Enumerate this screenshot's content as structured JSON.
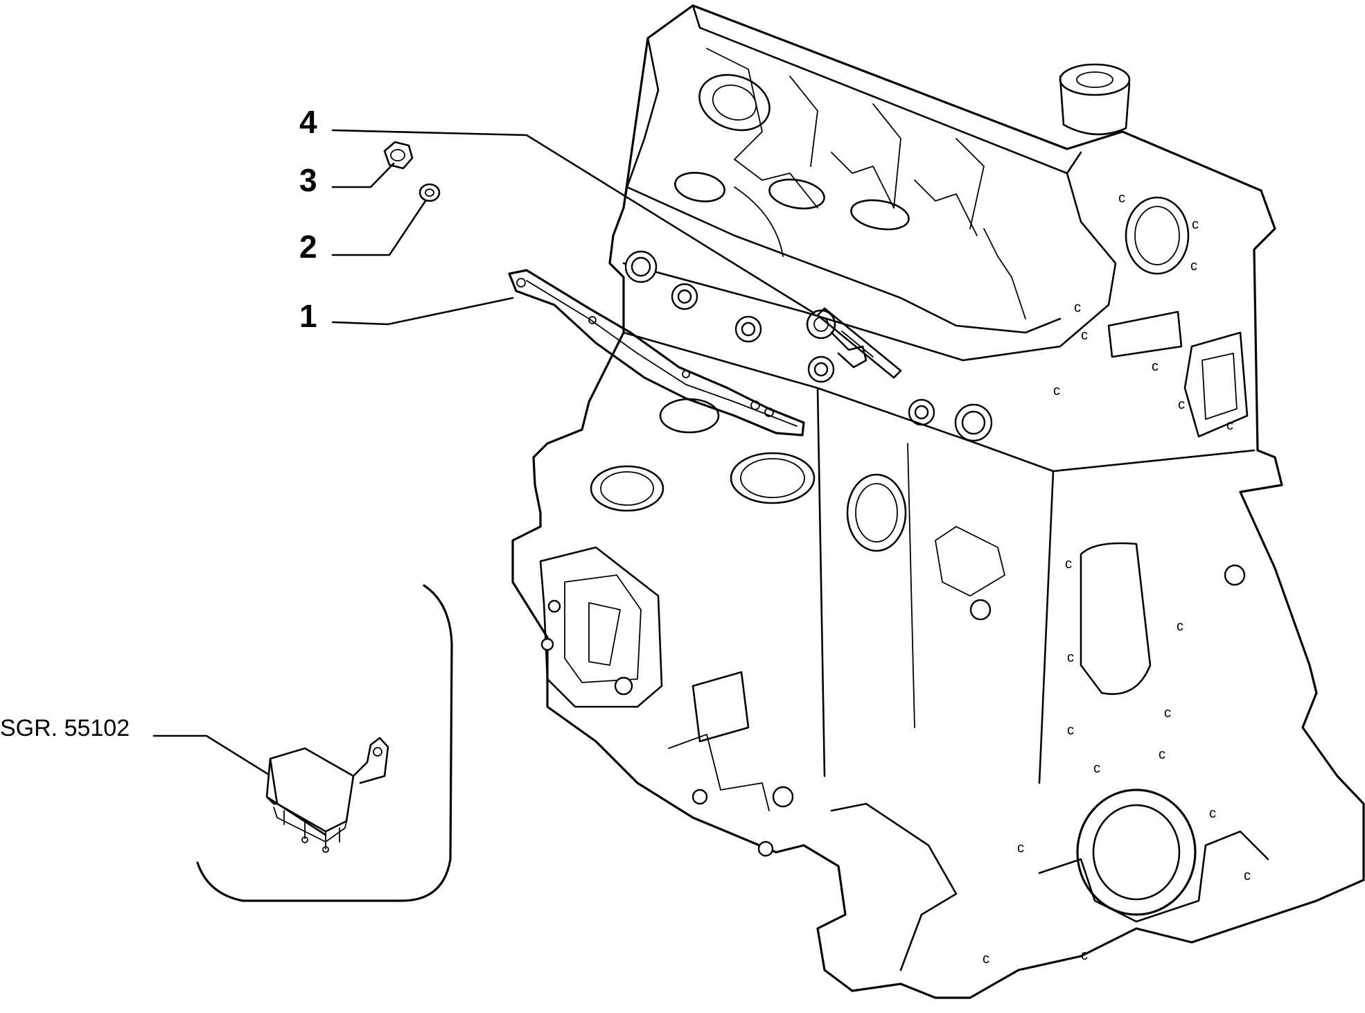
{
  "callouts": [
    {
      "label": "4"
    },
    {
      "label": "3"
    },
    {
      "label": "2"
    },
    {
      "label": "1"
    }
  ],
  "reference": {
    "label": "SGR. 55102"
  }
}
